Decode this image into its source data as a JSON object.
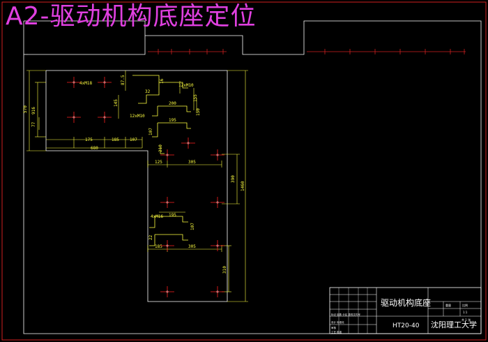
{
  "header": {
    "title": "A2-驱动机构底座定位"
  },
  "colors": {
    "background": "#000000",
    "frame": "#d02020",
    "outline": "#ffffff",
    "dimension": "#ffff40",
    "center_mark": "#ff2020",
    "title": "#e040e0"
  },
  "dimensions": {
    "left_height": "570",
    "d916": "916",
    "d77": "77",
    "d873": "87.5",
    "d175": "175",
    "d185": "185",
    "d107a": "107",
    "d680": "680",
    "d4m18": "4xM18",
    "d12m10a": "12xM10",
    "d145": "145",
    "d155": "155",
    "d32": "32",
    "d200": "200",
    "d16": "16",
    "d150": "150",
    "d195a": "195",
    "d12m10b": "12xM10",
    "d107b": "107",
    "d210": "210",
    "d125": "125",
    "d305a": "305",
    "d1460": "1460",
    "d390": "390",
    "d195b": "195",
    "d4m16": "4xM16",
    "d107c": "107",
    "d22": "22",
    "d185b": "185",
    "d305b": "305",
    "d310": "310"
  },
  "title_block": {
    "part_name": "驱动机构底座",
    "material": "HT20-40",
    "school": "沈阳理工大学",
    "scale": "1:1",
    "sheet": "共 1 张",
    "weight_label": "重量",
    "scale_label": "比例",
    "rows": [
      "标记 处数 分区 更改文件号",
      "设计 标准化",
      "审核",
      "工艺 批准"
    ]
  }
}
